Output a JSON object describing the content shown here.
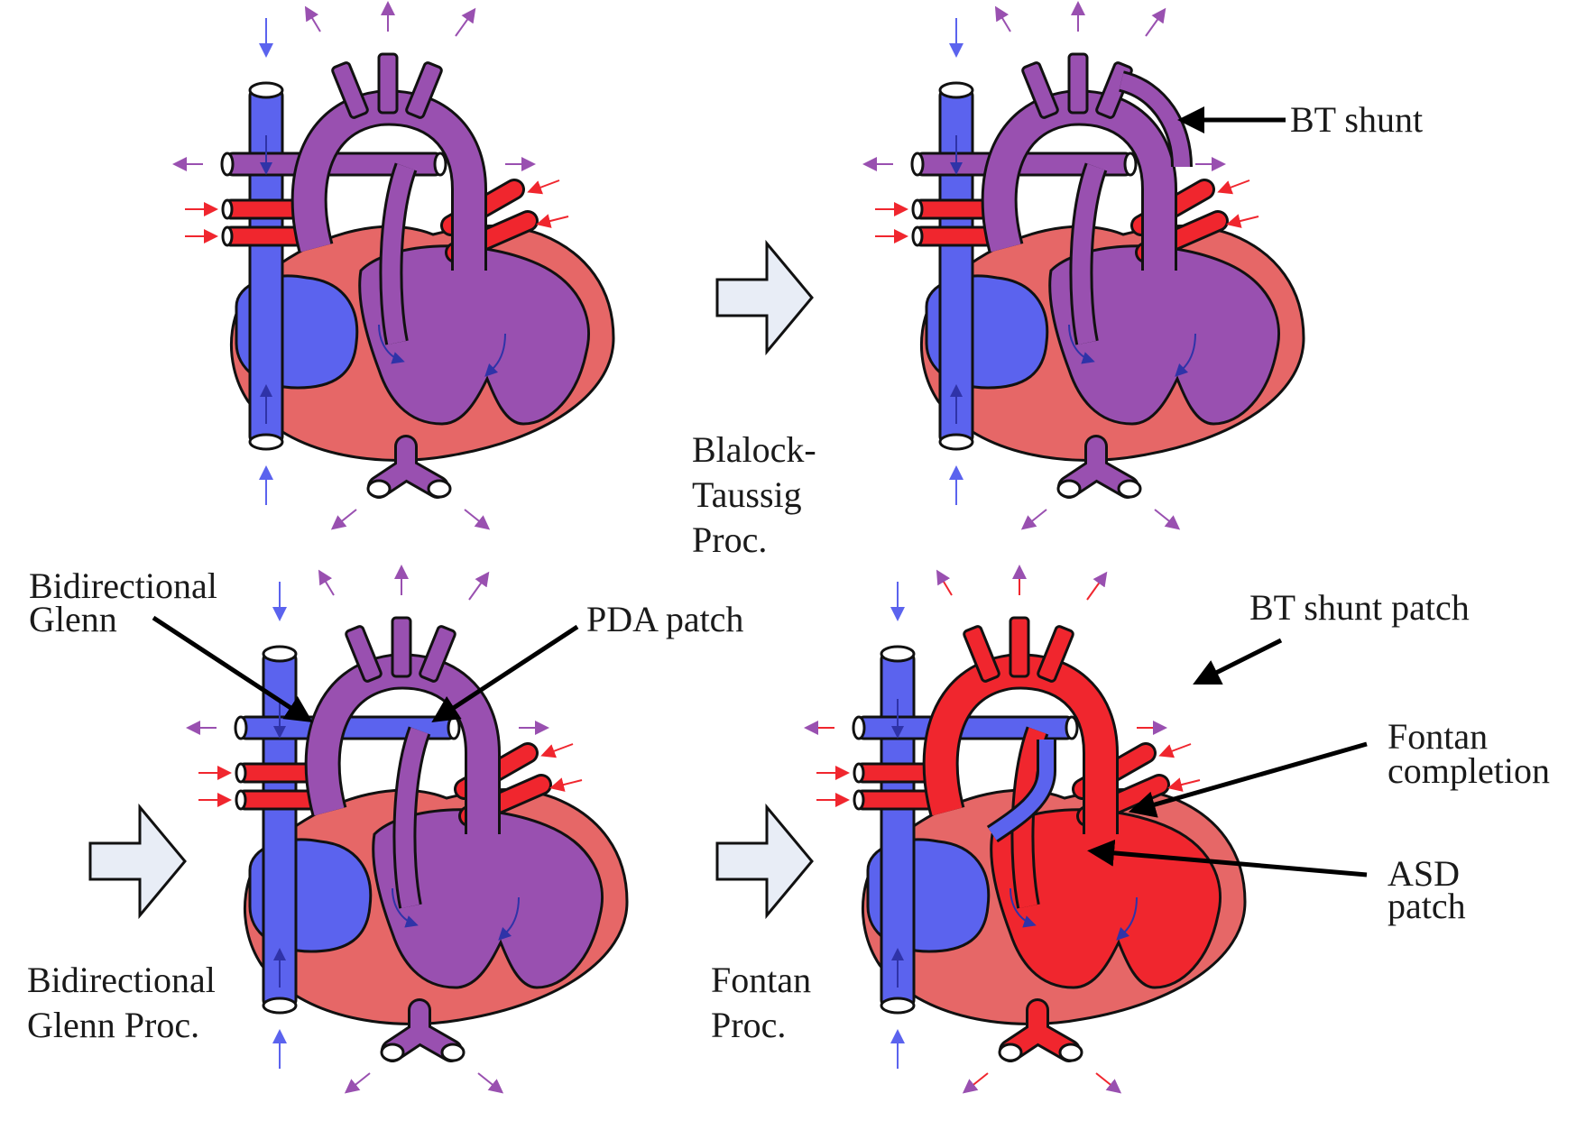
{
  "labels": {
    "bt_shunt": "BT shunt",
    "blalock_1": "Blalock-",
    "blalock_2": "Taussig",
    "blalock_3": "Proc.",
    "bd_glenn_1": "Bidirectional",
    "bd_glenn_2": "Glenn",
    "pda_patch": "PDA patch",
    "bd_glenn_proc_1": "Bidirectional",
    "bd_glenn_proc_2": "Glenn Proc.",
    "fontan_proc_1": "Fontan",
    "fontan_proc_2": "Proc.",
    "bt_shunt_patch": "BT shunt patch",
    "fontan_completion_1": "Fontan",
    "fontan_completion_2": "completion",
    "asd_patch_1": "ASD",
    "asd_patch_2": "patch"
  },
  "colors": {
    "deoxygenated": "#5b63ee",
    "oxygenated": "#f0262e",
    "mixed": "#9950b0",
    "heart_wall": "#e66767",
    "process_arrow": "#e8edf6"
  }
}
